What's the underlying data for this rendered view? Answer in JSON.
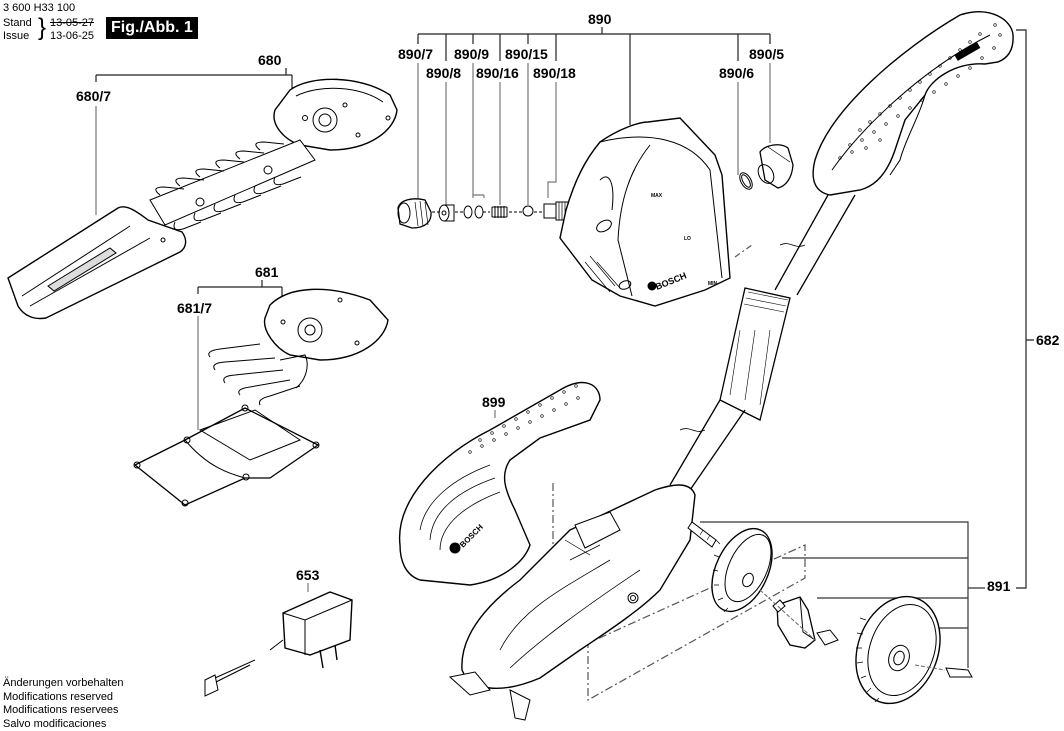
{
  "header": {
    "document_number": "3 600 H33 100",
    "stand_label": "Stand",
    "issue_label": "Issue",
    "old_date": "13-05-27",
    "new_date": "13-06-25",
    "figure_label": "Fig./Abb. 1"
  },
  "footer_notes": [
    "Änderungen vorbehalten",
    "Modifications reserved",
    "Modifications reservees",
    "Salvo modificaciones"
  ],
  "part_labels": {
    "p680": "680",
    "p680_7": "680/7",
    "p681": "681",
    "p681_7": "681/7",
    "p653": "653",
    "p890": "890",
    "p890_7": "890/7",
    "p890_8": "890/8",
    "p890_9": "890/9",
    "p890_16": "890/16",
    "p890_15": "890/15",
    "p890_18": "890/18",
    "p890_6": "890/6",
    "p890_5": "890/5",
    "p899": "899",
    "p682": "682",
    "p891": "891"
  },
  "printed_text": {
    "brand": "BOSCH",
    "max_mark": "MAX",
    "low_mark": "LO",
    "min_mark": "MIN"
  },
  "colors": {
    "line": "#000000",
    "leader": "#333333",
    "badge_bg": "#000000",
    "badge_fg": "#ffffff"
  }
}
